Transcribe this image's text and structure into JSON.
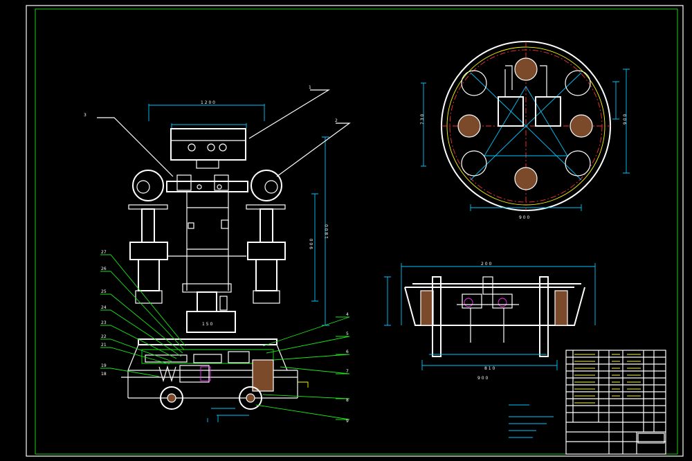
{
  "balloons_left": [
    "27",
    "26",
    "25",
    "24",
    "23",
    "22",
    "21",
    "19",
    "18"
  ],
  "balloons_right": [
    "4",
    "5",
    "6",
    "7",
    "8",
    "9"
  ],
  "balloons_top": [
    "1",
    "2",
    "3"
  ],
  "colors": {
    "background": "#000000",
    "geometry": "#ffffff",
    "dimension": "#00c8ff",
    "leader": "#19e619",
    "centerline": "#ff3030",
    "accent": "#ff30ff",
    "hatch": "#7a4a2a",
    "titleblock_text": "#ffff00"
  }
}
